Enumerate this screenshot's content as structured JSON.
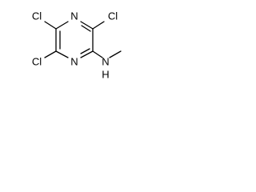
{
  "molecule": {
    "labels": {
      "cl_top_left": "Cl",
      "cl_top_right": "Cl",
      "cl_bottom_left": "Cl",
      "n_ring_top": "N",
      "n_ring_bottom": "N",
      "nh_group": "N",
      "nh_hydrogen": "H"
    },
    "colors": {
      "bond": "#000000",
      "label": "#000000",
      "background": "#ffffff"
    }
  }
}
